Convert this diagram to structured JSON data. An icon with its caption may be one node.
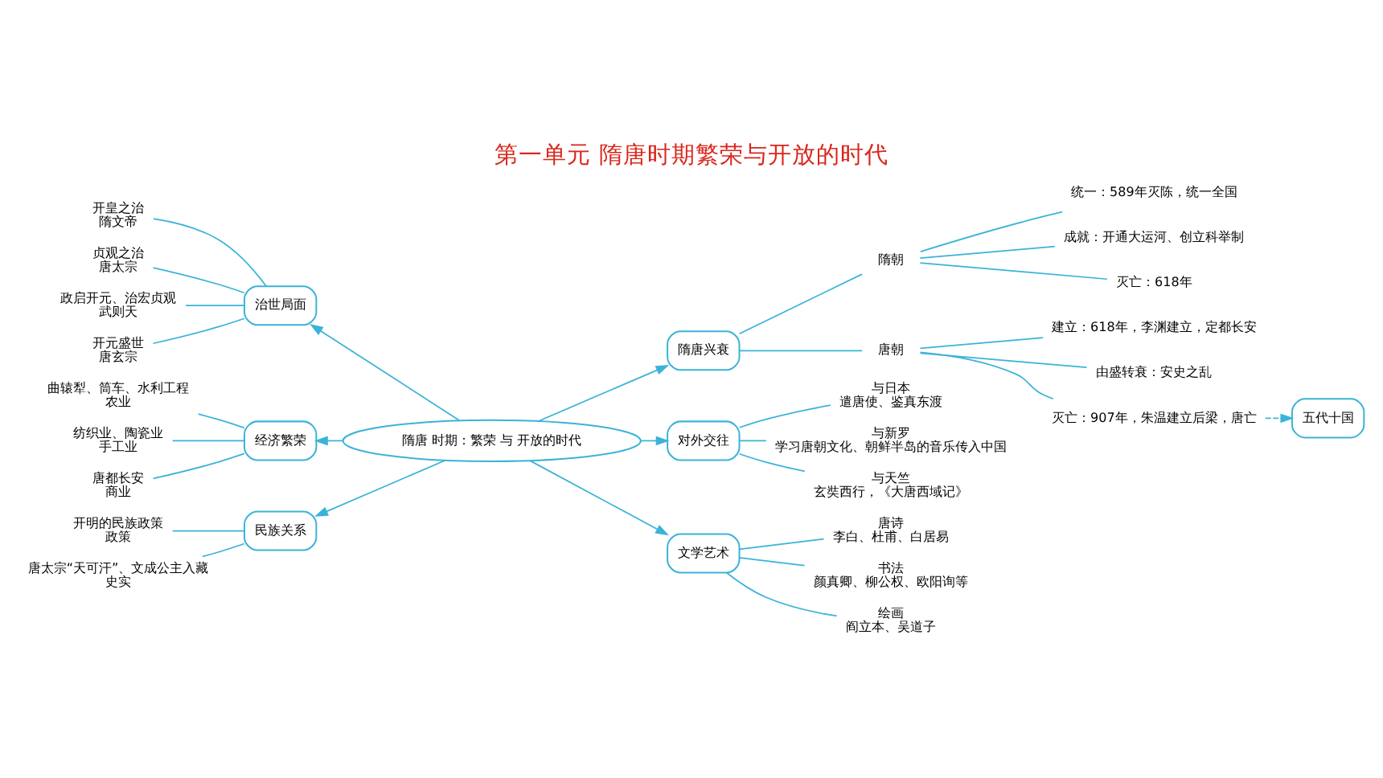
{
  "diagram": {
    "title": "第一单元 隋唐时期繁荣与开放的时代",
    "nodes": [
      {
        "text": [
          "隋唐 时期：繁荣 与 开放的时代"
        ]
      },
      {
        "text": [
          "隋唐兴衰"
        ]
      },
      {
        "text": [
          "隋朝"
        ]
      },
      {
        "text": [
          "统一：589年灭陈，统一全国"
        ]
      },
      {
        "text": [
          "成就：开通大运河、创立科举制"
        ]
      },
      {
        "text": [
          "灭亡：618年"
        ]
      },
      {
        "text": [
          "唐朝"
        ]
      },
      {
        "text": [
          "建立：618年，李渊建立，定都长安"
        ]
      },
      {
        "text": [
          "由盛转衰：安史之乱"
        ]
      },
      {
        "text": [
          "灭亡：907年，朱温建立后梁，唐亡"
        ]
      },
      {
        "text": [
          "五代十国"
        ]
      },
      {
        "text": [
          "治世局面"
        ]
      },
      {
        "text": [
          "开皇之治",
          "隋文帝"
        ]
      },
      {
        "text": [
          "贞观之治",
          "唐太宗"
        ]
      },
      {
        "text": [
          "政启开元、治宏贞观",
          "武则天"
        ]
      },
      {
        "text": [
          "开元盛世",
          "唐玄宗"
        ]
      },
      {
        "text": [
          "经济繁荣"
        ]
      },
      {
        "text": [
          "曲辕犁、筒车、水利工程",
          "农业"
        ]
      },
      {
        "text": [
          "纺织业、陶瓷业",
          "手工业"
        ]
      },
      {
        "text": [
          "唐都长安",
          "商业"
        ]
      },
      {
        "text": [
          "民族关系"
        ]
      },
      {
        "text": [
          "开明的民族政策",
          "政策"
        ]
      },
      {
        "text": [
          "唐太宗“天可汗”、文成公主入藏",
          "史实"
        ]
      },
      {
        "text": [
          "对外交往"
        ]
      },
      {
        "text": [
          "与日本",
          "遣唐使、鉴真东渡"
        ]
      },
      {
        "text": [
          "与新罗",
          "学习唐朝文化、朝鲜半岛的音乐传入中国"
        ]
      },
      {
        "text": [
          "与天竺",
          "玄奘西行，《大唐西域记》"
        ]
      },
      {
        "text": [
          "文学艺术"
        ]
      },
      {
        "text": [
          "唐诗",
          "李白、杜甫、白居易"
        ]
      },
      {
        "text": [
          "书法",
          "颜真卿、柳公权、欧阳询等"
        ]
      },
      {
        "text": [
          "绘画",
          "阎立本、吴道子"
        ]
      }
    ],
    "edges": [
      {
        "from": 0,
        "to": 1,
        "arrow": "to"
      },
      {
        "from": 0,
        "to": 11,
        "arrow": "to"
      },
      {
        "from": 0,
        "to": 16,
        "arrow": "to"
      },
      {
        "from": 0,
        "to": 20,
        "arrow": "to"
      },
      {
        "from": 0,
        "to": 23,
        "arrow": "to"
      },
      {
        "from": 0,
        "to": 27,
        "arrow": "to"
      },
      {
        "from": 1,
        "to": 2,
        "arrow": "none"
      },
      {
        "from": 2,
        "to": 3,
        "arrow": "none"
      },
      {
        "from": 2,
        "to": 4,
        "arrow": "none"
      },
      {
        "from": 2,
        "to": 5,
        "arrow": "none"
      },
      {
        "from": 1,
        "to": 6,
        "arrow": "none"
      },
      {
        "from": 6,
        "to": 7,
        "arrow": "none"
      },
      {
        "from": 6,
        "to": 8,
        "arrow": "none"
      },
      {
        "from": 6,
        "to": 9,
        "arrow": "none"
      },
      {
        "from": 9,
        "to": 10,
        "arrow": "to",
        "style": "dashed"
      },
      {
        "from": 11,
        "to": 12,
        "arrow": "none"
      },
      {
        "from": 11,
        "to": 13,
        "arrow": "none"
      },
      {
        "from": 11,
        "to": 14,
        "arrow": "none"
      },
      {
        "from": 11,
        "to": 15,
        "arrow": "none"
      },
      {
        "from": 16,
        "to": 17,
        "arrow": "none"
      },
      {
        "from": 16,
        "to": 18,
        "arrow": "none"
      },
      {
        "from": 16,
        "to": 19,
        "arrow": "none"
      },
      {
        "from": 20,
        "to": 21,
        "arrow": "none"
      },
      {
        "from": 20,
        "to": 22,
        "arrow": "none"
      },
      {
        "from": 23,
        "to": 24,
        "arrow": "none"
      },
      {
        "from": 23,
        "to": 25,
        "arrow": "none"
      },
      {
        "from": 23,
        "to": 26,
        "arrow": "none"
      },
      {
        "from": 27,
        "to": 28,
        "arrow": "none"
      },
      {
        "from": 27,
        "to": 29,
        "arrow": "none"
      },
      {
        "from": 27,
        "to": 30,
        "arrow": "none"
      }
    ]
  }
}
